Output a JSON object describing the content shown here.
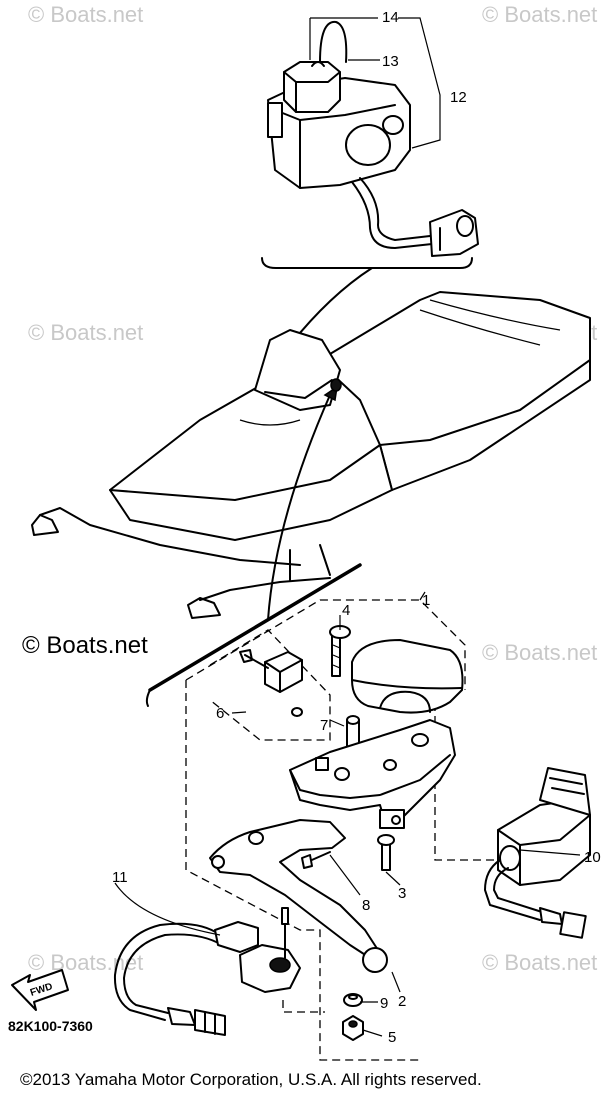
{
  "watermarks": {
    "light": "© Boats.net",
    "dark": "© Boats.net"
  },
  "callouts": [
    "1",
    "2",
    "3",
    "4",
    "5",
    "6",
    "7",
    "8",
    "9",
    "10",
    "11",
    "12",
    "13",
    "14"
  ],
  "fwd_label": "FWD",
  "part_code": "82K100-7360",
  "copyright": "©2013 Yamaha Motor Corporation, U.S.A. All rights reserved."
}
